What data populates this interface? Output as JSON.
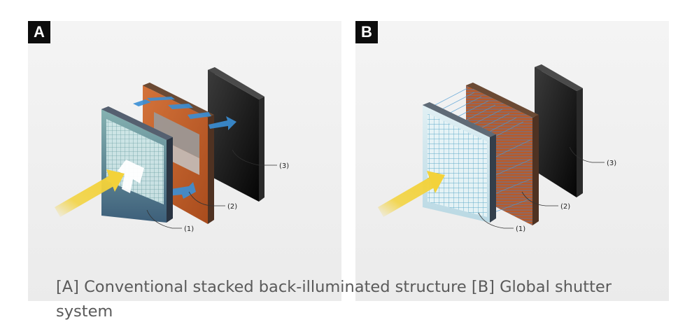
{
  "panel_a": {
    "badge": "A",
    "callouts": [
      "(1)",
      "(2)",
      "(3)"
    ]
  },
  "panel_b": {
    "badge": "B",
    "callouts": [
      "(1)",
      "(2)",
      "(3)"
    ]
  },
  "caption": "[A] Conventional stacked back-illuminated structure [B] Global shutter system",
  "colors": {
    "panel_background": "#ededed",
    "badge_background": "#0c0c0c",
    "light_ray": "#f3d23a",
    "signal_arrow": "#3a8fd6",
    "circuit_layer": "#c8642e",
    "sensor_pixels": "#c8e3ea",
    "caption_text": "#5a5a5a"
  }
}
